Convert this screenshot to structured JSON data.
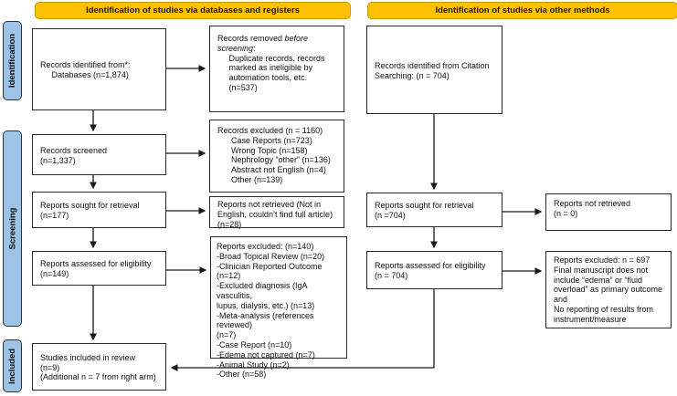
{
  "banners": {
    "left": "Identification of studies via databases and registers",
    "right": "Identification of studies via other methods"
  },
  "sidebar": {
    "identification": "Identification",
    "screening": "Screening",
    "included": "Included"
  },
  "colors": {
    "banner_bg": "#FFC000",
    "sidebar_bg": "#9DC3E6",
    "box_border": "#2b2b2b",
    "arrow": "#1a1a1a"
  },
  "boxes": {
    "records_identified": {
      "lines": [
        "Records identified from*:",
        "     Databases (n=1,874)"
      ]
    },
    "records_removed": {
      "lines": [
        [
          {
            "t": "Records removed "
          },
          {
            "t": "before",
            "i": 1
          }
        ],
        [
          {
            "t": "screening",
            "i": 1
          },
          {
            "t": ":"
          }
        ],
        "     Duplicate records, records",
        "     marked as ineligible by",
        "     automation tools, etc.",
        "     (n=537)"
      ]
    },
    "records_screened": {
      "lines": [
        "Records screened",
        "(n=1,337)"
      ]
    },
    "records_excluded": {
      "lines": [
        "Records excluded (n = 1160)",
        "      Case Reports (n=723)",
        "      Wrong Topic (n=158)",
        "      Nephrology “other” (n=136)",
        "      Abstract not English (n=4)",
        "      Other (n=139)"
      ]
    },
    "reports_sought": {
      "lines": [
        "Reports sought for retrieval",
        "(n=177)"
      ]
    },
    "reports_not_retrieved": {
      "lines": [
        "Reports not retrieved (Not in",
        "English, couldn’t find full article)",
        "(n=28)"
      ]
    },
    "reports_assessed": {
      "lines": [
        "Reports assessed for eligibility",
        "(n=149)"
      ]
    },
    "reports_excluded_left": {
      "lines": [
        "Reports excluded: (n=140)",
        "-Broad Topical Review (n=20)",
        "-Clinician Reported Outcome (n=12)",
        "-Excluded diagnosis (IgA vasculitis,",
        "lupus, dialysis, etc.) (n=13)",
        "-Meta-analysis (references reviewed)",
        "(n=7)",
        "-Case Report (n=10)",
        "-Edema not captured (n=7)",
        "-Animal Study (n=2)",
        "-Other (n=58)"
      ]
    },
    "studies_included": {
      "lines": [
        "Studies included in review",
        "(n=9)",
        "(Additional n = 7 from right arm)"
      ]
    },
    "citation_records": {
      "lines": [
        "Records identified from Citation",
        "Searching: (n = 704)"
      ]
    },
    "reports_sought_right": {
      "lines": [
        "Reports sought for retrieval",
        "(n =704)"
      ]
    },
    "reports_not_retrieved_right": {
      "lines": [
        "Reports not retrieved",
        "(n = 0)"
      ]
    },
    "reports_assessed_right": {
      "lines": [
        "Reports assessed for eligibility",
        "(n = 704)"
      ]
    },
    "reports_excluded_right": {
      "lines": [
        "Reports excluded: n = 697",
        "Final manuscript does not",
        "include “edema” or “fluid",
        "overload” as primary outcome",
        "and",
        "No reporting of results from",
        "instrument/measure"
      ]
    }
  }
}
